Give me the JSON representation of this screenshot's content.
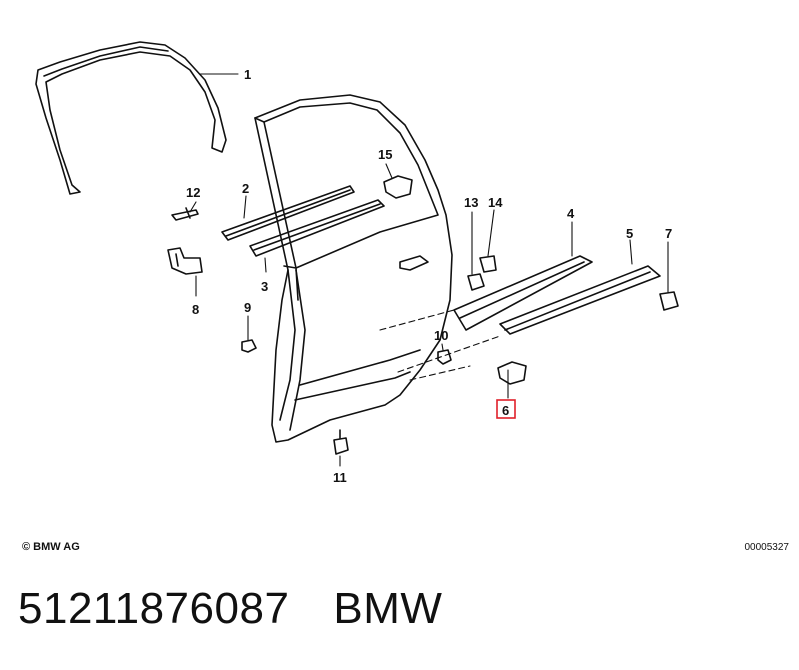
{
  "callouts": [
    {
      "id": "1",
      "label": "1"
    },
    {
      "id": "2",
      "label": "2"
    },
    {
      "id": "3",
      "label": "3"
    },
    {
      "id": "4",
      "label": "4"
    },
    {
      "id": "5",
      "label": "5"
    },
    {
      "id": "6",
      "label": "6",
      "highlighted": true,
      "highlight_color": "#e0202a"
    },
    {
      "id": "7",
      "label": "7"
    },
    {
      "id": "8",
      "label": "8"
    },
    {
      "id": "9",
      "label": "9"
    },
    {
      "id": "10",
      "label": "10"
    },
    {
      "id": "11",
      "label": "11"
    },
    {
      "id": "12",
      "label": "12"
    },
    {
      "id": "13",
      "label": "13"
    },
    {
      "id": "14",
      "label": "14"
    },
    {
      "id": "15",
      "label": "15"
    }
  ],
  "footer": {
    "copyright": "© BMW AG",
    "drawing_number": "00005327"
  },
  "caption": {
    "part_number": "51211876087",
    "brand": "BMW"
  }
}
